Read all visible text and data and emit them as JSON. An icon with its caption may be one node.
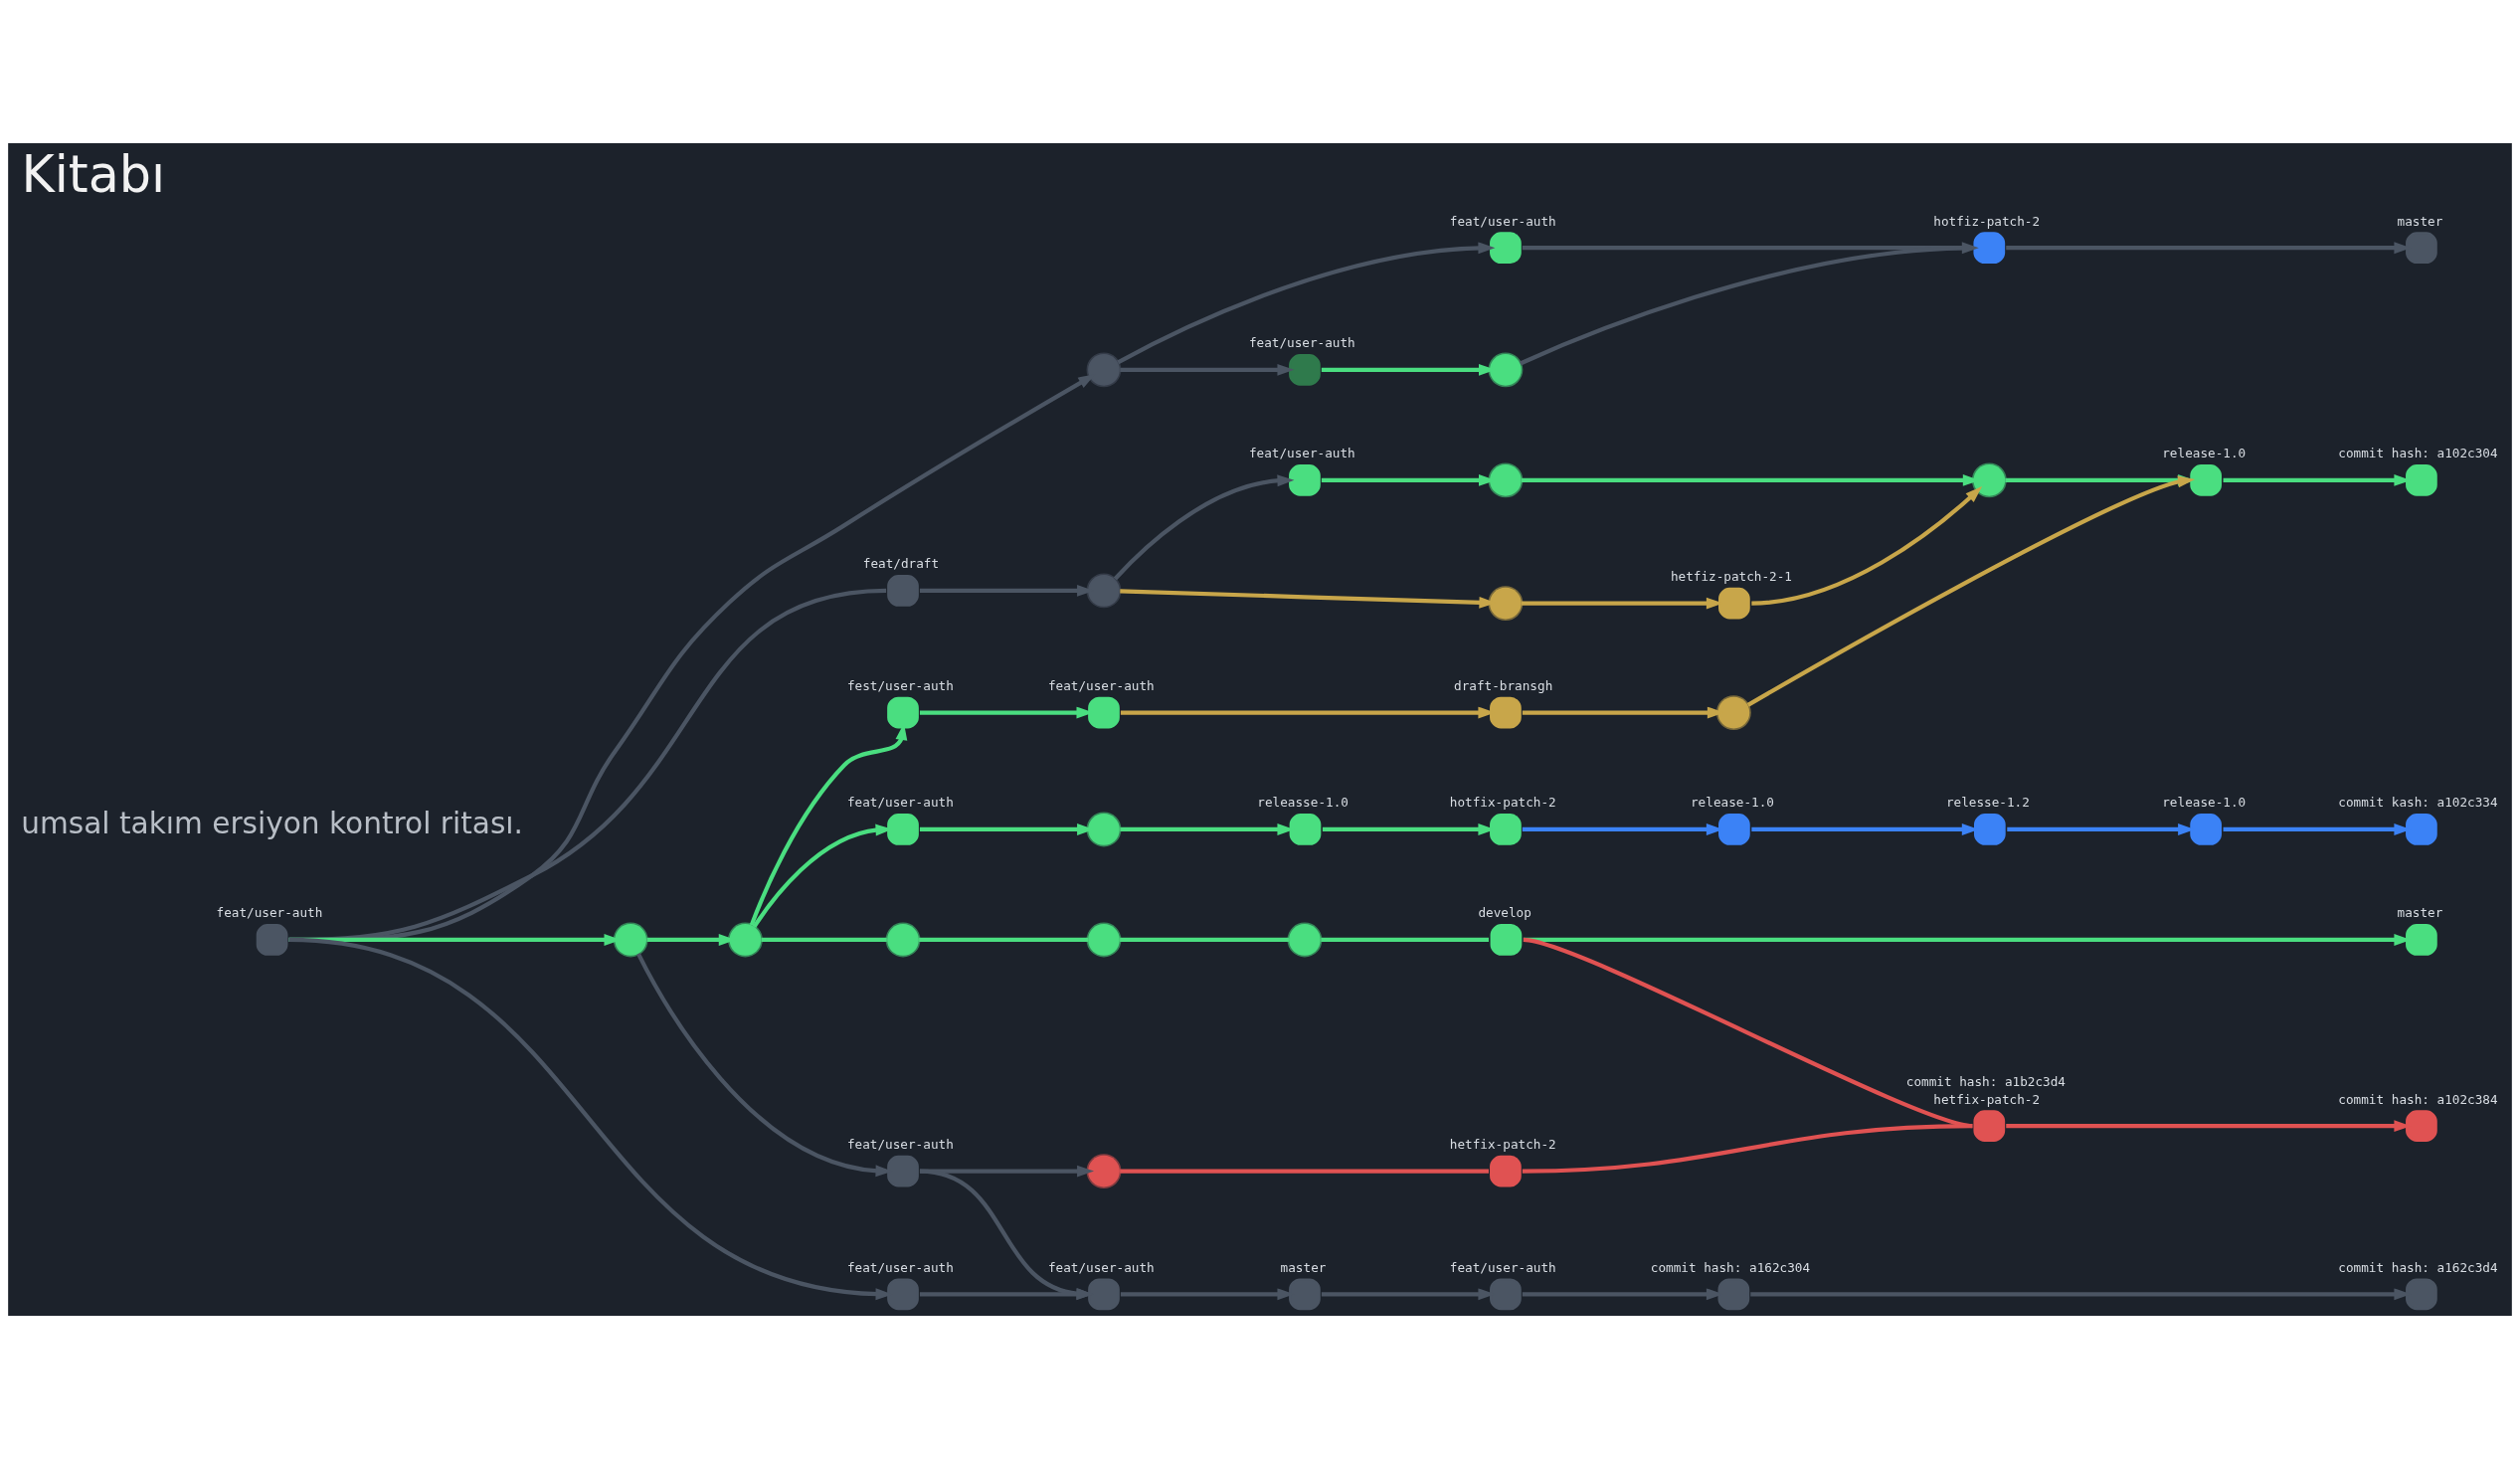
{
  "diagram": {
    "title": "Kitabı",
    "nodes": [
      {
        "text": [],
        "shape": "circle",
        "beside": [
          "feat/user-auth"
        ]
      },
      {
        "text": [],
        "shape": "circle",
        "beside": [
          "hotfiz-patch-2"
        ]
      },
      {
        "text": [],
        "shape": "circle",
        "beside": [
          "master"
        ]
      },
      {
        "text": [],
        "shape": "circle"
      },
      {
        "text": [],
        "shape": "circle",
        "beside": [
          "feat/user-auth"
        ]
      },
      {
        "text": [],
        "shape": "circle"
      },
      {
        "text": [],
        "shape": "circle",
        "beside": [
          "feat/user-auth"
        ]
      },
      {
        "text": [],
        "shape": "circle"
      },
      {
        "text": [],
        "shape": "circle"
      },
      {
        "text": [],
        "shape": "circle",
        "beside": [
          "release-1.0"
        ]
      },
      {
        "text": [],
        "shape": "circle",
        "beside": [
          "commit hash: a102c304"
        ]
      },
      {
        "text": [],
        "shape": "circle"
      },
      {
        "text": [],
        "shape": "circle",
        "beside": [
          "hetfiz-patch-2-1"
        ]
      },
      {
        "text": [],
        "shape": "circle",
        "beside": [
          "feat/draft"
        ]
      },
      {
        "text": [],
        "shape": "circle"
      },
      {
        "text": [],
        "shape": "circle",
        "beside": [
          "draft-bransgh"
        ]
      },
      {
        "text": [],
        "shape": "circle"
      },
      {
        "text": [],
        "shape": "circle",
        "beside": [
          "fest/user-auth"
        ]
      },
      {
        "text": [],
        "shape": "circle",
        "beside": [
          "feat/user-auth"
        ]
      },
      {
        "text": [],
        "shape": "circle",
        "beside": [
          "release-1.0"
        ]
      },
      {
        "text": [],
        "shape": "circle",
        "beside": [
          "relesse-1.2"
        ]
      },
      {
        "text": [],
        "shape": "circle",
        "beside": [
          "release-1.0"
        ]
      },
      {
        "text": [],
        "shape": "circle",
        "beside": [
          "commit kash: a102c334"
        ]
      },
      {
        "text": [],
        "shape": "circle",
        "beside": [
          "feat/user-auth"
        ]
      },
      {
        "text": [],
        "shape": "circle"
      },
      {
        "text": [],
        "shape": "circle"
      },
      {
        "text": [],
        "shape": "circle"
      },
      {
        "text": [],
        "shape": "circle"
      },
      {
        "text": [],
        "shape": "circle"
      },
      {
        "text": [],
        "shape": "circle",
        "beside": [
          "develop"
        ]
      },
      {
        "text": [],
        "shape": "circle",
        "beside": [
          "master"
        ]
      },
      {
        "text": [],
        "shape": "circle",
        "beside": [
          "feat/user-auth"
        ]
      },
      {
        "text": [],
        "shape": "circle"
      },
      {
        "text": [],
        "shape": "circle",
        "beside": [
          "releasse-1.0"
        ]
      },
      {
        "text": [],
        "shape": "circle",
        "beside": [
          "hotfix-patch-2"
        ]
      },
      {
        "text": [],
        "shape": "circle",
        "beside": [
          "commit hash: a1b2c3d4",
          "hetfix-patch-2"
        ]
      },
      {
        "text": [],
        "shape": "circle",
        "beside": [
          "commit hash: a102c384"
        ]
      },
      {
        "text": [],
        "shape": "circle",
        "beside": [
          "feat/user-auth"
        ]
      },
      {
        "text": [],
        "shape": "circle"
      },
      {
        "text": [],
        "shape": "circle",
        "beside": [
          "hetfix-patch-2"
        ]
      },
      {
        "text": [],
        "shape": "circle",
        "beside": [
          "feat/user-auth"
        ]
      },
      {
        "text": [],
        "shape": "circle",
        "beside": [
          "feat/user-auth"
        ]
      },
      {
        "text": [],
        "shape": "circle",
        "beside": [
          "master"
        ]
      },
      {
        "text": [],
        "shape": "circle",
        "beside": [
          "feat/user-auth"
        ]
      },
      {
        "text": [],
        "shape": "circle",
        "beside": [
          "commit hash: a162c304"
        ]
      },
      {
        "text": [],
        "shape": "circle",
        "beside": [
          "commit hash: a162c3d4"
        ]
      }
    ],
    "edges": [
      {
        "from": 23,
        "to": 24,
        "arrow": "to",
        "color": "#4ade80"
      },
      {
        "from": 23,
        "to": 3,
        "arrow": "to",
        "color": "#4b5563"
      },
      {
        "from": 23,
        "to": 13,
        "arrow": "none",
        "color": "#4b5563"
      },
      {
        "from": 24,
        "to": 37,
        "arrow": "to",
        "color": "#4b5563"
      },
      {
        "from": 23,
        "to": 40,
        "arrow": "to",
        "color": "#4b5563"
      },
      {
        "from": 3,
        "to": 0,
        "arrow": "to",
        "color": "#4b5563"
      },
      {
        "from": 3,
        "to": 4,
        "arrow": "to",
        "color": "#4b5563"
      },
      {
        "from": 4,
        "to": 5,
        "arrow": "to",
        "color": "#4ade80"
      },
      {
        "from": 5,
        "to": 1,
        "arrow": "to",
        "color": "#4b5563"
      },
      {
        "from": 0,
        "to": 1,
        "arrow": "none",
        "color": "#4b5563"
      },
      {
        "from": 1,
        "to": 2,
        "arrow": "to",
        "color": "#4b5563"
      },
      {
        "from": 13,
        "to": 14,
        "arrow": "to",
        "color": "#4b5563"
      },
      {
        "from": 14,
        "to": 6,
        "arrow": "to",
        "color": "#4b5563"
      },
      {
        "from": 14,
        "to": 11,
        "arrow": "to",
        "color": "#c8a64a"
      },
      {
        "from": 6,
        "to": 7,
        "arrow": "to",
        "color": "#4ade80"
      },
      {
        "from": 7,
        "to": 8,
        "arrow": "to",
        "color": "#4ade80"
      },
      {
        "from": 8,
        "to": 9,
        "arrow": "to",
        "color": "#4ade80"
      },
      {
        "from": 9,
        "to": 10,
        "arrow": "to",
        "color": "#4ade80"
      },
      {
        "from": 11,
        "to": 12,
        "arrow": "to",
        "color": "#c8a64a"
      },
      {
        "from": 12,
        "to": 8,
        "arrow": "to",
        "color": "#c8a64a"
      },
      {
        "from": 18,
        "to": 15,
        "arrow": "to",
        "color": "#c8a64a"
      },
      {
        "from": 15,
        "to": 16,
        "arrow": "to",
        "color": "#c8a64a"
      },
      {
        "from": 16,
        "to": 9,
        "arrow": "to",
        "color": "#c8a64a"
      },
      {
        "from": 24,
        "to": 25,
        "arrow": "to",
        "color": "#4ade80"
      },
      {
        "from": 25,
        "to": 17,
        "arrow": "to",
        "color": "#4ade80"
      },
      {
        "from": 25,
        "to": 26,
        "arrow": "none",
        "color": "#4ade80"
      },
      {
        "from": 25,
        "to": 31,
        "arrow": "to",
        "color": "#4ade80"
      },
      {
        "from": 17,
        "to": 18,
        "arrow": "to",
        "color": "#4ade80"
      },
      {
        "from": 26,
        "to": 27,
        "arrow": "none",
        "color": "#4ade80"
      },
      {
        "from": 27,
        "to": 28,
        "arrow": "none",
        "color": "#4ade80"
      },
      {
        "from": 28,
        "to": 29,
        "arrow": "none",
        "color": "#4ade80"
      },
      {
        "from": 29,
        "to": 30,
        "arrow": "to",
        "color": "#4ade80"
      },
      {
        "from": 31,
        "to": 32,
        "arrow": "to",
        "color": "#4ade80"
      },
      {
        "from": 32,
        "to": 33,
        "arrow": "to",
        "color": "#4ade80"
      },
      {
        "from": 33,
        "to": 34,
        "arrow": "to",
        "color": "#4ade80"
      },
      {
        "from": 34,
        "to": 19,
        "arrow": "to",
        "color": "#3b82f6"
      },
      {
        "from": 19,
        "to": 20,
        "arrow": "to",
        "color": "#3b82f6"
      },
      {
        "from": 20,
        "to": 21,
        "arrow": "to",
        "color": "#3b82f6"
      },
      {
        "from": 21,
        "to": 22,
        "arrow": "to",
        "color": "#3b82f6"
      },
      {
        "from": 29,
        "to": 35,
        "arrow": "none",
        "color": "#e05252"
      },
      {
        "from": 35,
        "to": 36,
        "arrow": "to",
        "color": "#e05252"
      },
      {
        "from": 37,
        "to": 38,
        "arrow": "to",
        "color": "#4b5563"
      },
      {
        "from": 37,
        "to": 41,
        "arrow": "to",
        "color": "#4b5563"
      },
      {
        "from": 38,
        "to": 39,
        "arrow": "none",
        "color": "#e05252"
      },
      {
        "from": 39,
        "to": 35,
        "arrow": "none",
        "color": "#e05252"
      },
      {
        "from": 40,
        "to": 41,
        "arrow": "to",
        "color": "#4b5563"
      },
      {
        "from": 41,
        "to": 42,
        "arrow": "to",
        "color": "#4b5563"
      },
      {
        "from": 42,
        "to": 43,
        "arrow": "to",
        "color": "#4b5563"
      },
      {
        "from": 43,
        "to": 44,
        "arrow": "to",
        "color": "#4b5563"
      },
      {
        "from": 44,
        "to": 45,
        "arrow": "to",
        "color": "#4b5563"
      }
    ],
    "labels": [
      "umsal takım ersiyon kontrol ritası."
    ]
  }
}
